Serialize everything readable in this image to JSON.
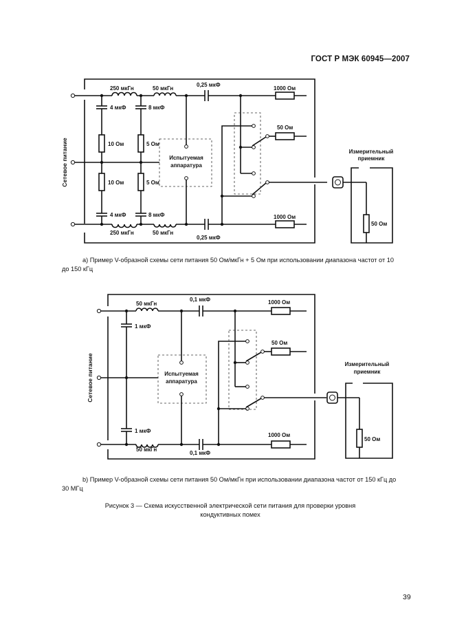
{
  "header": "ГОСТ Р МЭК 60945—2007",
  "diagram_a": {
    "side_label": "Сетевое питание",
    "ind_top_1": "250 мкГн",
    "ind_top_2": "50 мкГн",
    "cap_top": "0,25 мкФ",
    "res_top": "1000 Ом",
    "res_50": "50 Ом",
    "cap_left_top": "4 мкФ",
    "cap_mid_top": "8 мкФ",
    "res_10_top": "10 Ом",
    "res_5_top": "5 Ом",
    "res_10_bot": "10 Ом",
    "res_5_bot": "5 Ом",
    "eut_1": "Испытуемая",
    "eut_2": "аппаратура",
    "cap_left_bot": "4 мкФ",
    "cap_mid_bot": "8 мкФ",
    "res_bot": "1000 Ом",
    "ind_bot_1": "250 мкГн",
    "ind_bot_2": "50 мкГн",
    "cap_bot": "0,25 мкФ",
    "meter_1": "Измерительный",
    "meter_2": "приемник",
    "meter_res": "50 Ом"
  },
  "caption_a": "а) Пример V-образной схемы сети питания 50 Ом/мкГн + 5 Ом при использовании диапазона частот от 10 до 150 кГц",
  "diagram_b": {
    "side_label": "Сетевое питание",
    "ind_top": "50 мкГн",
    "cap_top": "0,1 мкФ",
    "res_top": "1000 Ом",
    "res_50": "50 Ом",
    "cap_left_top": "1 мкФ",
    "eut_1": "Испытуемая",
    "eut_2": "аппаратура",
    "cap_left_bot": "1 мкФ",
    "ind_bot": "50 мкГн",
    "cap_bot": "0,1 мкФ",
    "res_bot": "1000 Ом",
    "meter_1": "Измерительный",
    "meter_2": "приемник",
    "meter_res": "50 Ом"
  },
  "caption_b": "b) Пример V-образной схемы сети питания 50 Ом/мкГн при использовании диапазона частот от 150 кГц до 30 МГц",
  "figure_caption": "Рисунок 3 — Схема искусственной электрической сети питания для проверки уровня кондуктивных помех",
  "page_number": "39"
}
